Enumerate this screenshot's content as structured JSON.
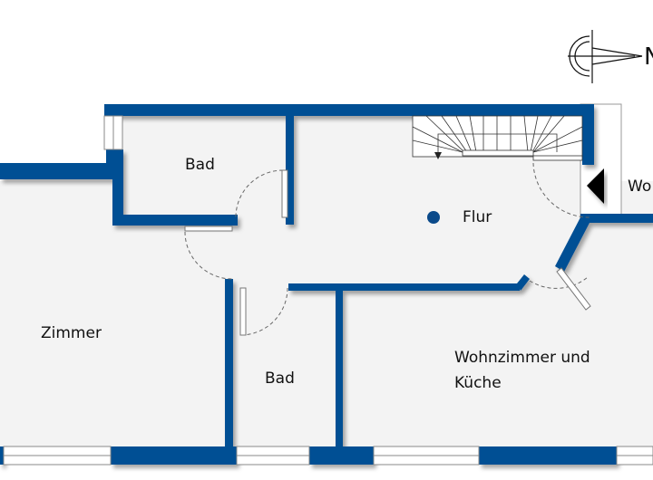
{
  "plan": {
    "colors": {
      "wall": "#064f94",
      "floor": "#f3f3f3",
      "window": "#ffffff",
      "dot": "#0b4a8a"
    },
    "compass": {
      "letter": "N"
    },
    "rooms": [
      {
        "id": "bad-top",
        "label": "Bad"
      },
      {
        "id": "flur",
        "label": "Flur"
      },
      {
        "id": "zimmer",
        "label": "Zimmer"
      },
      {
        "id": "bad-bottom",
        "label": "Bad"
      },
      {
        "id": "wohnzimmer",
        "label": "Wohnzimmer und",
        "label2": "Küche"
      }
    ],
    "neighbor_label": "Wo"
  }
}
